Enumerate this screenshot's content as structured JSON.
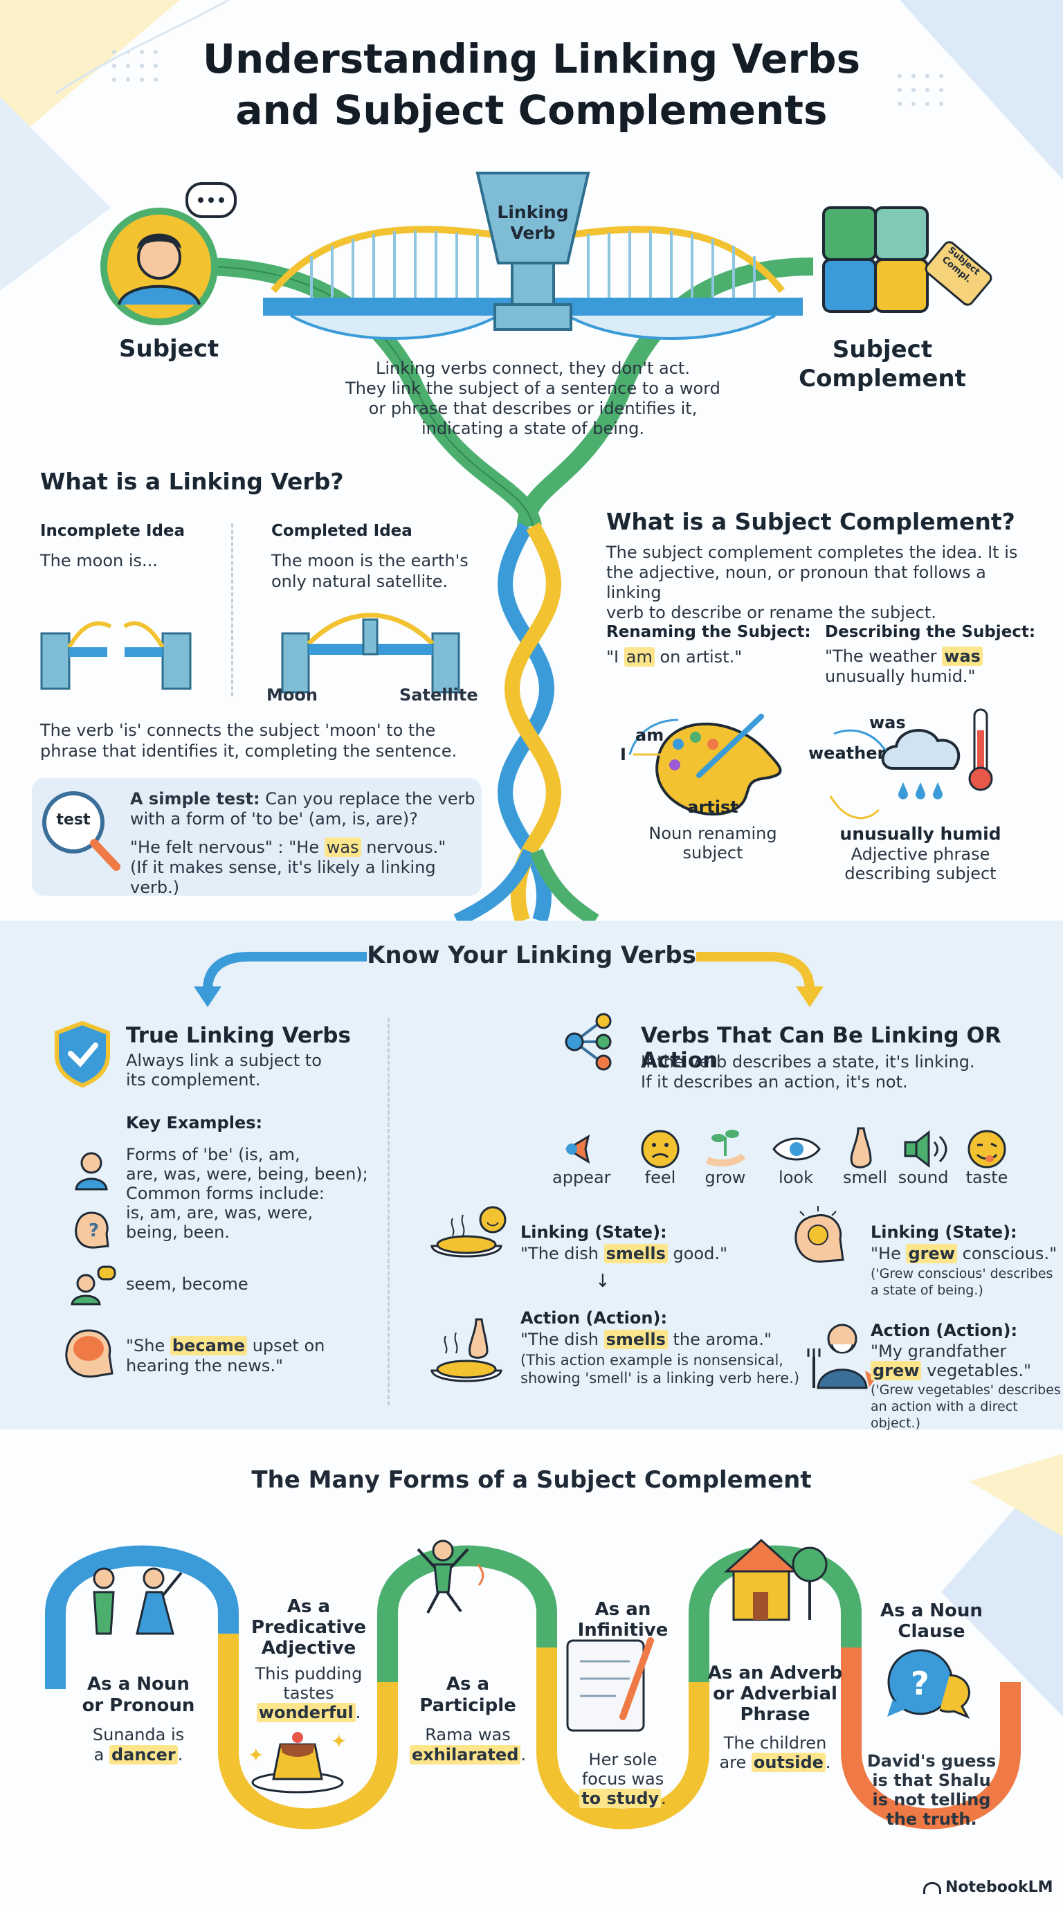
{
  "title_line1": "Understanding Linking Verbs",
  "title_line2": "and Subject Complements",
  "hero": {
    "subject_label": "Subject",
    "linking_verb_label_1": "Linking",
    "linking_verb_label_2": "Verb",
    "complement_label_1": "Subject",
    "complement_label_2": "Complement",
    "tag_text_1": "Subject",
    "tag_text_2": "Compl.",
    "description_1": "Linking verbs connect, they don't act.",
    "description_2": "They link the subject of a sentence to a word",
    "description_3": "or phrase that describes or identifies it,",
    "description_4": "indicating a state of being."
  },
  "linking_verb_section": {
    "heading": "What is a Linking Verb?",
    "incomplete_title": "Incomplete Idea",
    "incomplete_text": "The moon is...",
    "completed_title": "Completed Idea",
    "completed_text_1": "The moon is the earth's",
    "completed_text_2": "only natural satellite.",
    "moon_label": "Moon",
    "satellite_label": "Satellite",
    "explain_1": "The verb 'is' connects the subject 'moon' to the",
    "explain_2": "phrase that identifies it, completing the sentence.",
    "test_icon_label": "test",
    "test_lead": "A simple test:",
    "test_text_1": " Can you replace the verb",
    "test_text_2": "with a form of 'to be' (am, is, are)?",
    "test_example_a": "\"He felt nervous\"  :  \"He ",
    "test_example_was": "was",
    "test_example_b": " nervous.\"",
    "test_note": "(If it makes sense, it's likely a linking verb.)"
  },
  "complement_section": {
    "heading": "What is a Subject Complement?",
    "desc_1": "The subject complement completes the idea. It is",
    "desc_2": "the adjective, noun, or pronoun that follows a linking",
    "desc_3": "verb to describe or rename the subject.",
    "renaming_title": "Renaming the Subject:",
    "renaming_q_open": "\"",
    "renaming_i": "I ",
    "renaming_am": "am",
    "renaming_rest": " on artist.\"",
    "describing_title": "Describing the Subject:",
    "describing_a": "\"The weather ",
    "describing_was": "was",
    "describing_b": "unusually humid.\"",
    "i_label": "I",
    "am_label": "am",
    "artist_label": "artist",
    "noun_caption_1": "Noun renaming",
    "noun_caption_2": "subject",
    "was_label": "was",
    "weather_label": "weather",
    "humid_label": "unusually humid",
    "adj_caption_1": "Adjective phrase",
    "adj_caption_2": "describing subject"
  },
  "know_section": {
    "banner": "Know Your Linking Verbs",
    "true_title": "True Linking Verbs",
    "true_sub_1": "Always link a subject to",
    "true_sub_2": "its complement.",
    "key_examples": "Key Examples:",
    "be_1": "Forms of 'be' (is, am,",
    "be_2": "are, was, were, being, been);",
    "be_3": "Common forms include:",
    "be_4": "is, am, are, was, were,",
    "be_5": "being, been.",
    "seem": "seem, become",
    "became_a": "\"She ",
    "became_hl": "became",
    "became_b": " upset on",
    "became_c": "hearing the news.\"",
    "either_title": "Verbs That Can Be Linking OR Action",
    "either_sub_1": "If the verb describes a state, it's linking.",
    "either_sub_2": "If it describes an action, it's not.",
    "verbs": [
      "appear",
      "feel",
      "grow",
      "look",
      "smell",
      "sound",
      "taste"
    ],
    "smell_linking_title": "Linking (State):",
    "smell_linking_a": "\"The dish ",
    "smell_linking_hl": "smells",
    "smell_linking_b": " good.\"",
    "smell_action_title": "Action (Action):",
    "smell_action_a": "\"The dish ",
    "smell_action_hl": "smells",
    "smell_action_b": " the aroma.\"",
    "smell_action_note_1": "(This action example is nonsensical,",
    "smell_action_note_2": "showing 'smell' is a linking verb here.)",
    "grow_linking_title": "Linking (State):",
    "grow_linking_a": "\"He ",
    "grow_linking_hl": "grew",
    "grow_linking_b": " conscious.\"",
    "grow_linking_note_1": "('Grew conscious' describes",
    "grow_linking_note_2": "a state of being.)",
    "grow_action_title": "Action (Action):",
    "grow_action_a": "\"My grandfather",
    "grow_action_hl": "grew",
    "grow_action_b": " vegetables.\"",
    "grow_action_note_1": "('Grew vegetables' describes",
    "grow_action_note_2": "an action with a direct object.)"
  },
  "forms_section": {
    "heading": "The Many Forms of a Subject Complement",
    "noun_title_1": "As a Noun",
    "noun_title_2": "or Pronoun",
    "noun_ex_1": "Sunanda is",
    "noun_ex_2a": "a ",
    "noun_ex_hl": "dancer",
    "noun_ex_2b": ".",
    "adj_title_1": "As a",
    "adj_title_2": "Predicative",
    "adj_title_3": "Adjective",
    "adj_ex_1": "This pudding",
    "adj_ex_2": "tastes",
    "adj_ex_hl": "wonderful",
    "adj_ex_3": ".",
    "part_title_1": "As a",
    "part_title_2": "Participle",
    "part_ex_1": "Rama was",
    "part_ex_hl": "exhilarated",
    "part_ex_2": ".",
    "inf_title_1": "As an",
    "inf_title_2": "Infinitive",
    "inf_ex_1": "Her sole",
    "inf_ex_2": "focus was",
    "inf_ex_hl": "to study",
    "inf_ex_3": ".",
    "adv_title_1": "As an Adverb",
    "adv_title_2": "or Adverbial",
    "adv_title_3": "Phrase",
    "adv_ex_1": "The children",
    "adv_ex_2": "are ",
    "adv_ex_hl": "outside",
    "adv_ex_3": ".",
    "clause_title_1": "As a Noun",
    "clause_title_2": "Clause",
    "clause_ex_1": "David's guess",
    "clause_ex_2": "is that Shalu",
    "clause_ex_3": "is not telling",
    "clause_ex_4": "the truth."
  },
  "brand": "NotebookLM",
  "colors": {
    "blue": "#3a9bd8",
    "green": "#4caf6e",
    "yellow": "#f2c230",
    "orange": "#ef7a45",
    "highlight": "#fde58b"
  }
}
